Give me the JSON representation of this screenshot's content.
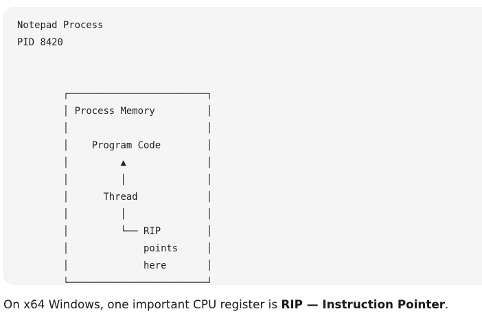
{
  "code_block": {
    "lines": [
      "Notepad Process",
      "PID 8420",
      "",
      "",
      "        ┌────────────────────────┐",
      "        │ Process Memory         │",
      "        │                        │",
      "        │    Program Code        │",
      "        │         ▲              │",
      "        │         │              │",
      "        │      Thread            │",
      "        │         │              │",
      "        │         └── RIP        │",
      "        │             points     │",
      "        │             here       │",
      "        └────────────────────────┘"
    ]
  },
  "paragraph": {
    "prefix": "On x64 Windows, one important CPU register is ",
    "emphasis": "RIP — Instruction Pointer",
    "suffix": "."
  }
}
